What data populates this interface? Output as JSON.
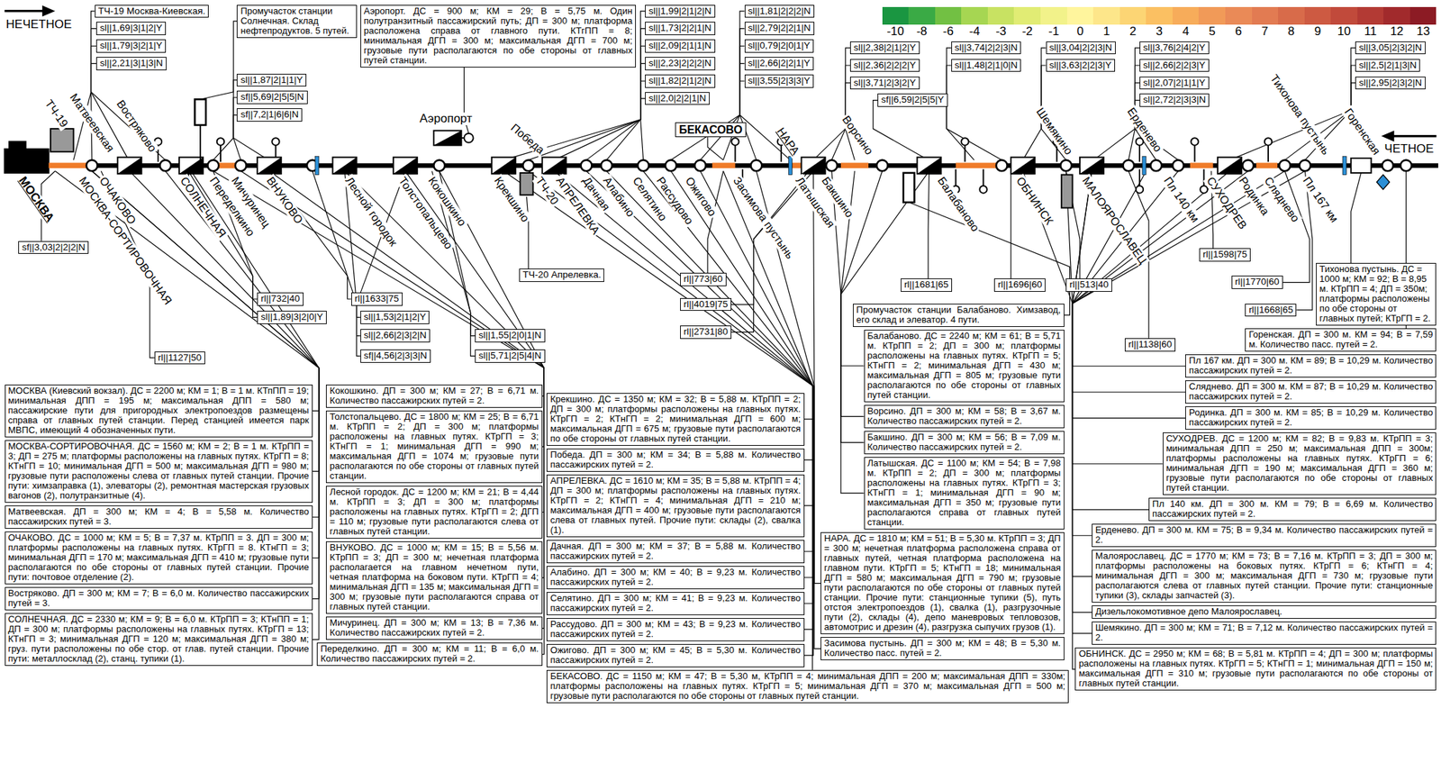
{
  "diagram": {
    "nodes": [
      {
        "text": [
          "ТЧ-19 Москва-Киевская."
        ]
      },
      {
        "text": [
          "sl||1,69|3|1|2|Y"
        ]
      },
      {
        "text": [
          "sl||1,79|3|2|1|Y"
        ]
      },
      {
        "text": [
          "sl||2,21|3|1|3|N"
        ]
      },
      {
        "text": [
          "Промучасток станции Солнечная. Склад нефтепродуктов. 5 путей."
        ]
      },
      {
        "text": [
          "sl||1,87|2|1|1|Y"
        ]
      },
      {
        "text": [
          "sf||5,69|2|5|5|N"
        ]
      },
      {
        "text": [
          "sf||7,2|1|6|6|N"
        ]
      },
      {
        "text": [
          "Аэропорт. ДС = 900 м; КМ = 29; В = 5,75 м. Один полутранзитный пассажирский путь; ДП = 300 м; платформа расположена справа от главного пути. КТгПП = 8; минимальная ДГП = 300 м; максимальная ДГП = 700 м; грузовые пути располагаются по обе стороны от главных путей станции."
        ]
      },
      {
        "text": [
          "sl||1,99|2|1|2|N"
        ]
      },
      {
        "text": [
          "sl||1,73|2|2|1|N"
        ]
      },
      {
        "text": [
          "sl||2,09|2|1|1|N"
        ]
      },
      {
        "text": [
          "sl||2,23|2|2|2|N"
        ]
      },
      {
        "text": [
          "sl||1,82|2|1|2|N"
        ]
      },
      {
        "text": [
          "sl||2,0|2|2|1|N"
        ]
      },
      {
        "text": [
          "sl||1,81|2|2|2|N"
        ]
      },
      {
        "text": [
          "sl||2,79|2|2|1|N"
        ]
      },
      {
        "text": [
          "sl||0,79|2|0|1|Y"
        ]
      },
      {
        "text": [
          "sl||2,66|2|2|1|Y"
        ]
      },
      {
        "text": [
          "sl||3,55|2|3|3|Y"
        ]
      },
      {
        "text": [
          "sl||2,38|2|1|2|Y"
        ]
      },
      {
        "text": [
          "sl||2,36|2|2|2|Y"
        ]
      },
      {
        "text": [
          "sl||3,71|2|3|2|Y"
        ]
      },
      {
        "text": [
          "sf||6,59|2|5|5|Y"
        ]
      },
      {
        "text": [
          "sl||3,74|2|2|3|N"
        ]
      },
      {
        "text": [
          "sl||1,48|2|1|0|N"
        ]
      },
      {
        "text": [
          "sl||3,04|2|2|3|N"
        ]
      },
      {
        "text": [
          "sl||3,63|2|2|3|Y"
        ]
      },
      {
        "text": [
          "sl||3,76|2|4|2|Y"
        ]
      },
      {
        "text": [
          "sl||2,66|2|2|3|Y"
        ]
      },
      {
        "text": [
          "sl||2,07|2|1|1|Y"
        ]
      },
      {
        "text": [
          "sl||2,72|2|3|3|N"
        ]
      },
      {
        "text": [
          "sl||3,05|2|3|2|N"
        ]
      },
      {
        "text": [
          "sl||2,5|2|1|3|N"
        ]
      },
      {
        "text": [
          "sl||2,95|2|3|2|N"
        ]
      },
      {
        "text": [
          "БЕКАСОВО"
        ]
      },
      {
        "text": [
          "sf||3,03|2|2|2|N"
        ]
      },
      {
        "text": [
          "rl||732|40"
        ]
      },
      {
        "text": [
          "sl||1,89|3|2|0|Y"
        ]
      },
      {
        "text": [
          "rl||1633|75"
        ]
      },
      {
        "text": [
          "sl||1,53|2|1|2|Y"
        ]
      },
      {
        "text": [
          "sl||2,66|2|3|2|N"
        ]
      },
      {
        "text": [
          "sl||1,55|2|0|1|N"
        ]
      },
      {
        "text": [
          "sf||4,56|2|3|3|N"
        ]
      },
      {
        "text": [
          "sl||5,71|2|5|4|N"
        ]
      },
      {
        "text": [
          "rl||1127|50"
        ]
      },
      {
        "text": [
          "ТЧ-20 Апрелевка."
        ]
      },
      {
        "text": [
          "rl||773|60"
        ]
      },
      {
        "text": [
          "rl||4019|75"
        ]
      },
      {
        "text": [
          "rl||2731|80"
        ]
      },
      {
        "text": [
          "rl||1681|65"
        ]
      },
      {
        "text": [
          "rl||1696|60"
        ]
      },
      {
        "text": [
          "rl||513|40"
        ]
      },
      {
        "text": [
          "rl||1598|75"
        ]
      },
      {
        "text": [
          "rl||1770|60"
        ]
      },
      {
        "text": [
          "rl||1668|65"
        ]
      },
      {
        "text": [
          "rl||1138|60"
        ]
      },
      {
        "text": [
          "МОСКВА (Киевский вокзал). ДС = 2200 м; КМ = 1; В = 1 м. КТпПП = 19; минимальная ДПП = 195 м; максимальная ДПП = 580 м; пассажирские пути для пригородных электропоездов размещены справа от главных путей станции. Перед станцией имеется парк МВПС, имеющий 4 обозначенных пути."
        ]
      },
      {
        "text": [
          "МОСКВА-СОРТИРОВОЧНАЯ. ДС = 1560 м; КМ = 2; В = 1 м. КТрПП = 3; ДП = 275 м; платформы расположены на главных путях. КТрГП = 8; КТнГП = 10; минимальная ДГП = 500 м; максимальная ДГП = 980 м; грузовые пути расположены слева от главных путей станции. Прочие пути: химзаправка (1), элеваторы (2), ремонтная мастерская грузовых вагонов (2), полутранзитные (4)."
        ]
      },
      {
        "text": [
          "Матвеевская. ДП = 300 м; КМ = 4; В = 5,58 м. Количество пассажирских путей = 3."
        ]
      },
      {
        "text": [
          "ОЧАКОВО. ДС = 1000 м; КМ = 5; В = 7,37 м. КТрПП = 3. ДП = 300 м; платформы расположены на главных путях. КТрГП = 8. КТнГП = 3; минимальная ДГП = 170 м; максимальная ДГП = 410 м; грузовые пути располагаются по обе стороны от главных путей станции. Прочие пути: почтовое отделение (2)."
        ]
      },
      {
        "text": [
          "Востряково. ДП = 300 м; КМ = 7; В = 6,0 м. Количество пассажирских путей = 3."
        ]
      },
      {
        "text": [
          "СОЛНЕЧНАЯ. ДС = 2330 м; КМ = 9; В = 6,0 м. КТрПП = 3; КТнПП = 1; ДП = 300 м; платформы расположены на главных путях. КТрГП = 13; КТнГП = 3; минимальная ДГП = 120 м; максимальная ДГП = 380 м; груз. пути расположены по обе стор. от глав. путей станции. Прочие пути: металлосклад (2), станц. тупики (1)."
        ]
      },
      {
        "text": [
          "Кокошкино. ДП = 300 м; КМ = 27; В = 6,71 м. Количество пассажирских путей = 2."
        ]
      },
      {
        "text": [
          "Толстопальцево. ДС = 1800 м; КМ = 25; В = 6,71 м. КТрПП = 2; ДП = 300 м; платформы расположены на главных путях. КТрГП = 3; КТнГП = 1; минимальная ДГП = 990 м; максимальная ДГП = 1074 м; грузовые пути располагаются по обе стороны от главных путей станции."
        ]
      },
      {
        "text": [
          "Лесной городок. ДС = 1200 м; КМ = 21; В = 4,44 м. КТрПП = 3; ДП = 300 м; платформы расположены на главных путях. КТрГП = 2; ДГП = 110 м; грузовые пути располагаются слева от главных путей станции."
        ]
      },
      {
        "text": [
          "ВНУКОВО. ДС = 1000 м; КМ = 15; В = 5,56 м. КТрПП = 3; ДП = 300 м; нечетная платформа располагается на главном нечетном пути, четная платформа на боковом пути. КТрГП = 4; минимальная ДГП = 135 м; максимальная ДГП = 300 м; грузовые пути располагаются справа от главных путей станции."
        ]
      },
      {
        "text": [
          "Мичуринец. ДП = 300 м; КМ = 13; В = 7,36 м. Количество пассажирских путей = 2."
        ]
      },
      {
        "text": [
          "Переделкино. ДП = 300 м; КМ = 11; В = 6,0 м. Количество пассажирских путей = 2."
        ]
      },
      {
        "text": [
          "Крекшино. ДС = 1350 м; КМ = 32; В = 5,88 м. КТрПП = 2; ДП = 300 м; платформы расположены на главных путях. КТрГП = 2; КТнГП = 2; минимальная ДГП = 600 м; максимальная ДГП = 675 м; грузовые пути располагаются по обе стороны от главных путей станции."
        ]
      },
      {
        "text": [
          "Победа. ДП = 300 м; КМ = 34; В = 5,88 м. Количество пассажирских путей = 2."
        ]
      },
      {
        "text": [
          "АПРЕЛЕВКА. ДС = 1610 м; КМ = 35; В = 5,88 м. КТрПП = 4; ДП = 300 м; платформы расположены на главных путях. КТрГП = 2; КТнГП = 4; минимальная ДГП = 210 м; максимальная ДГП = 400 м; грузовые пути располагаются слева от главных путей. Прочие пути: склады (2), свалка (1)."
        ]
      },
      {
        "text": [
          "Дачная. ДП = 300 м; КМ = 37; В = 5,88 м. Количество пассажирских путей = 2."
        ]
      },
      {
        "text": [
          "Алабино. ДП = 300 м; КМ = 40; В = 9,23 м. Количество пассажирских путей = 2."
        ]
      },
      {
        "text": [
          "Селятино. ДП = 300 м; КМ = 41; В = 9,23 м. Количество пассажирских путей = 2."
        ]
      },
      {
        "text": [
          "Рассудово. ДП = 300 м; КМ = 43; В = 9,23 м. Количество пассажирских путей = 2."
        ]
      },
      {
        "text": [
          "Ожигово. ДП = 300 м; КМ = 45; В = 5,30 м. Количество пассажирских путей = 2."
        ]
      },
      {
        "text": [
          "Промучасток станции Балабаново. Химзавод, его склад и элеватор. 4 пути."
        ]
      },
      {
        "text": [
          "Балабаново. ДС = 2240 м; КМ = 61; В = 5,71 м. КТрПП = 2; ДП = 300 м; платформы расположены на главных путях. КТрГП = 5; КТнГП = 2; минимальная ДГП = 430 м; максимальная ДГП = 805 м; грузовые пути располагаются по обе стороны от главных путей станции."
        ]
      },
      {
        "text": [
          "Ворсино. ДП = 300 м; КМ = 58; В = 3,67 м. Количество пассажирских путей = 2."
        ]
      },
      {
        "text": [
          "Бакшино. ДП = 300 м; КМ = 56; В = 7,09 м. Количество пассажирских путей = 2."
        ]
      },
      {
        "text": [
          "Латышская. ДС = 1100 м; КМ = 54; В = 7,98 м. КТрПП = 2; ДП = 300 м; платформы расположены на главных путях. КТрГП = 3; КТнГП = 1; минимальная ДГП = 90 м; максимальная ДГП = 350 м; грузовые пути располагаются справа от главных путей станции."
        ]
      },
      {
        "text": [
          "НАРА. ДС = 1810 м; КМ = 51; В = 5,30 м. КТрПП = 3; ДП = 300 м; нечетная платформа расположена справа от главных путей, четная платформа расположена на главном пути. КТрГП = 5; КТнГП = 18; минимальная ДГП = 580 м; максимальная ДГП = 790 м; грузовые пути располагаются по обе стороны от главных путей станции. Прочие пути: станционные тупики (5), путь отстоя электропоездов (1), свалка (1), разгрузочные пути (2), склады (4), депо маневровых тепловозов, автомотрис и дрезин (4), разгрузка сыпучих грузов (1)."
        ]
      },
      {
        "text": [
          "Засимова пустынь. ДП = 300 м; КМ = 48; В = 5,30 м. Количество пасс. путей = 2."
        ]
      },
      {
        "text": [
          "Тихонова пустынь. ДС = 1000 м; КМ = 92; В = 8,95 м. КТрПП = 4; ДП = 350м; платформы расположены по обе стороны от главных путей; КТрГП = 2."
        ]
      },
      {
        "text": [
          "Горенская. ДП = 300 м. КМ = 94; В = 7,59 м. Количество пасс. путей = 2."
        ]
      },
      {
        "text": [
          "Пл 167 км. ДП = 300 м. КМ = 89; В = 10,29 м. Количество пассажирских путей = 2."
        ]
      },
      {
        "text": [
          "Сляднево. ДП = 300 м. КМ = 87; В = 10,29 м. Количество пассажирских путей = 2."
        ]
      },
      {
        "text": [
          "Родинка. ДП = 300 м. КМ = 85; В = 10,29 м. Количество пассажирских путей = 2."
        ]
      },
      {
        "text": [
          "СУХОДРЕВ. ДС = 1200 м; КМ = 82; В = 9,83 м. КТрПП = 3; минимальная ДПП = 250 м; максимальная ДПП = 300м; платформы расположены на главных путях. КТрГП = 6; минимальная ДГП = 190 м; максимальная ДГП = 360 м; грузовые пути располагаются по обе стороны от главных путей станции."
        ]
      },
      {
        "text": [
          "Пл 140 км. ДП = 300 м. КМ = 79; В = 6,69 м. Количество пассажирских путей = 2."
        ]
      },
      {
        "text": [
          "Ерденево. ДП = 300 м. КМ = 75; В = 9,34 м. Количество пассажирских путей = 2."
        ]
      },
      {
        "text": [
          "Малоярославец. ДС = 1770 м; КМ = 73; В = 7,16 м. КТрПП = 3; ДП = 300 м; платформы расположены на боковых путях. КТрГП = 6; КТнГП = 4; минимальная ДГП = 300 м; максимальная ДГП = 730 м; грузовые пути располагаются слева от главных путей станции. Прочие пути: станционные тупики (3), склады запчастей (3)."
        ]
      },
      {
        "text": [
          "Дизельлокомотивное депо Малоярославец."
        ]
      },
      {
        "text": [
          "Шемякино. ДП = 300 м; КМ = 71; В = 7,12 м. Количество пассажирских путей = 2."
        ]
      },
      {
        "text": [
          "ОБНИНСК. ДС = 2950 м; КМ = 68; В = 5,81 м. КТрПП = 4; ДП = 300 м; платформы расположены на главных путях. КТрГП = 5; КТнГП = 1; минимальная ДГП = 150 м; максимальная ДГП = 310 м; грузовые пути располагаются по обе стороны от главных путей станции."
        ]
      },
      {
        "text": [
          "БЕКАСОВО. ДС = 1150 м; КМ = 47; В = 5,30 м, КТрПП = 4; минимальная ДПП = 200 м; максимальная ДПП = 330м; платформы расположены на главных путях. КТрГП = 5; минимальная ДГП = 370 м; максимальная ДГП = 500 м; грузовые пути располагаются по обе стороны от главных путей станции."
        ]
      }
    ],
    "labels": [
      "НЕЧЕТНОЕ",
      "ТЧ-19",
      "Матвеевская",
      "Востряково",
      "Аэропорт",
      "Победа",
      "НАРА",
      "Ворсино",
      "Шемякино",
      "Ерденево",
      "Тихонова пустынь",
      "Горенская",
      "ЧЕТНОЕ",
      "МОСКВА",
      "МОСКВА-СОРТИРОВОЧНАЯ",
      "ОЧАКОВО",
      "СОЛНЕЧНАЯ",
      "Переделкино",
      "Мичуринец",
      "ВНУКОВО",
      "Лесной городок",
      "Толстопальцево",
      "Кокошкино",
      "Крекшино",
      "ТЧ-20",
      "АПРЕЛЕВКА",
      "Дачная",
      "Алабино",
      "Селятино",
      "Рассудово",
      "Ожигово",
      "Засимова пустынь",
      "Латышская",
      "Бакшино",
      "Балабаново",
      "ОБНИНСК",
      "МАЛОЯРОСЛАВЕЦ",
      "Пл 140 км",
      "СУХОДРЕВ",
      "Родинка",
      "Сляднево",
      "Пл 167 км"
    ],
    "legend": [
      {
        "text": "-10",
        "color": "#1a9641"
      },
      {
        "text": "-8",
        "color": "#3aaa45"
      },
      {
        "text": "-6",
        "color": "#72c043"
      },
      {
        "text": "-4",
        "color": "#a6d652"
      },
      {
        "text": "-3",
        "color": "#c8e262"
      },
      {
        "text": "-2",
        "color": "#e1ec74"
      },
      {
        "text": "-1",
        "color": "#f2f28a"
      },
      {
        "text": "0",
        "color": "#fff59d"
      },
      {
        "text": "1",
        "color": "#fde68a"
      },
      {
        "text": "2",
        "color": "#fcd574"
      },
      {
        "text": "3",
        "color": "#fbc062"
      },
      {
        "text": "4",
        "color": "#f7ac5a"
      },
      {
        "text": "5",
        "color": "#f19a58"
      },
      {
        "text": "6",
        "color": "#ea8a57"
      },
      {
        "text": "7",
        "color": "#e27b52"
      },
      {
        "text": "8",
        "color": "#d86b4a"
      },
      {
        "text": "9",
        "color": "#cd5a42"
      },
      {
        "text": "10",
        "color": "#c14a3b"
      },
      {
        "text": "11",
        "color": "#b33a34"
      },
      {
        "text": "12",
        "color": "#a12a2c"
      },
      {
        "text": "13",
        "color": "#8c1b24"
      }
    ]
  }
}
